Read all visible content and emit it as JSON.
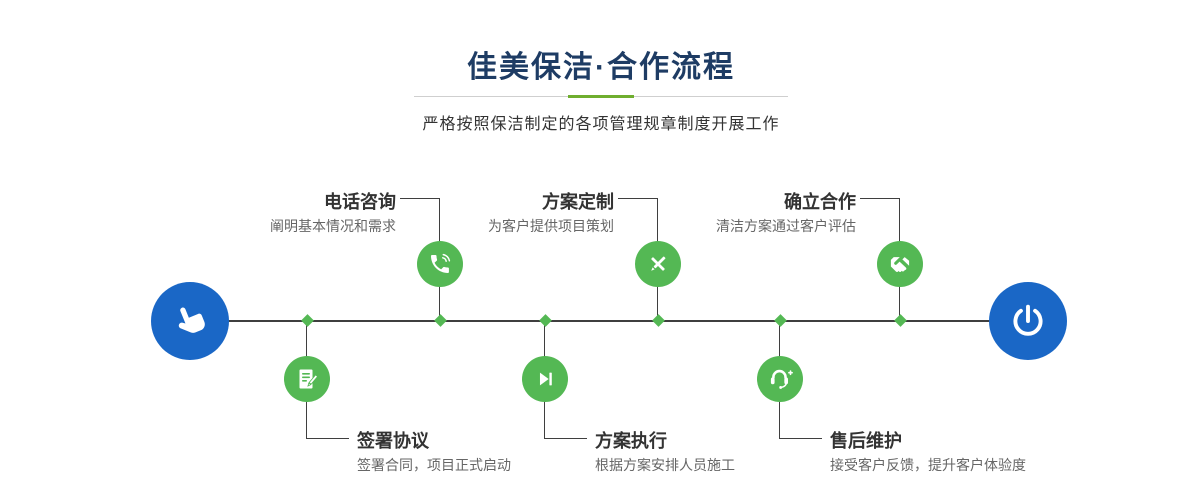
{
  "header": {
    "title": "佳美保洁·合作流程",
    "subtitle": "严格按照保洁制定的各项管理规章制度开展工作"
  },
  "colors": {
    "title_navy": "#1e3c64",
    "accent_green": "#54b854",
    "divider_green": "#6fae2f",
    "brand_blue": "#1a67c6",
    "timeline_line": "#3f3f3f"
  },
  "timeline": {
    "start_icon": "pointing-hand-icon",
    "end_icon": "power-icon",
    "steps_top": [
      {
        "title": "电话咨询",
        "desc": "阐明基本情况和需求",
        "icon": "phone-icon"
      },
      {
        "title": "方案定制",
        "desc": "为客户提供项目策划",
        "icon": "design-tools-icon"
      },
      {
        "title": "确立合作",
        "desc": "清洁方案通过客户评估",
        "icon": "handshake-icon"
      }
    ],
    "steps_bottom": [
      {
        "title": "签署协议",
        "desc": "签署合同，项目正式启动",
        "icon": "sign-contract-icon"
      },
      {
        "title": "方案执行",
        "desc": "根据方案安排人员施工",
        "icon": "execute-play-icon"
      },
      {
        "title": "售后维护",
        "desc": "接受客户反馈，提升客户体验度",
        "icon": "aftersales-headset-icon"
      }
    ]
  }
}
